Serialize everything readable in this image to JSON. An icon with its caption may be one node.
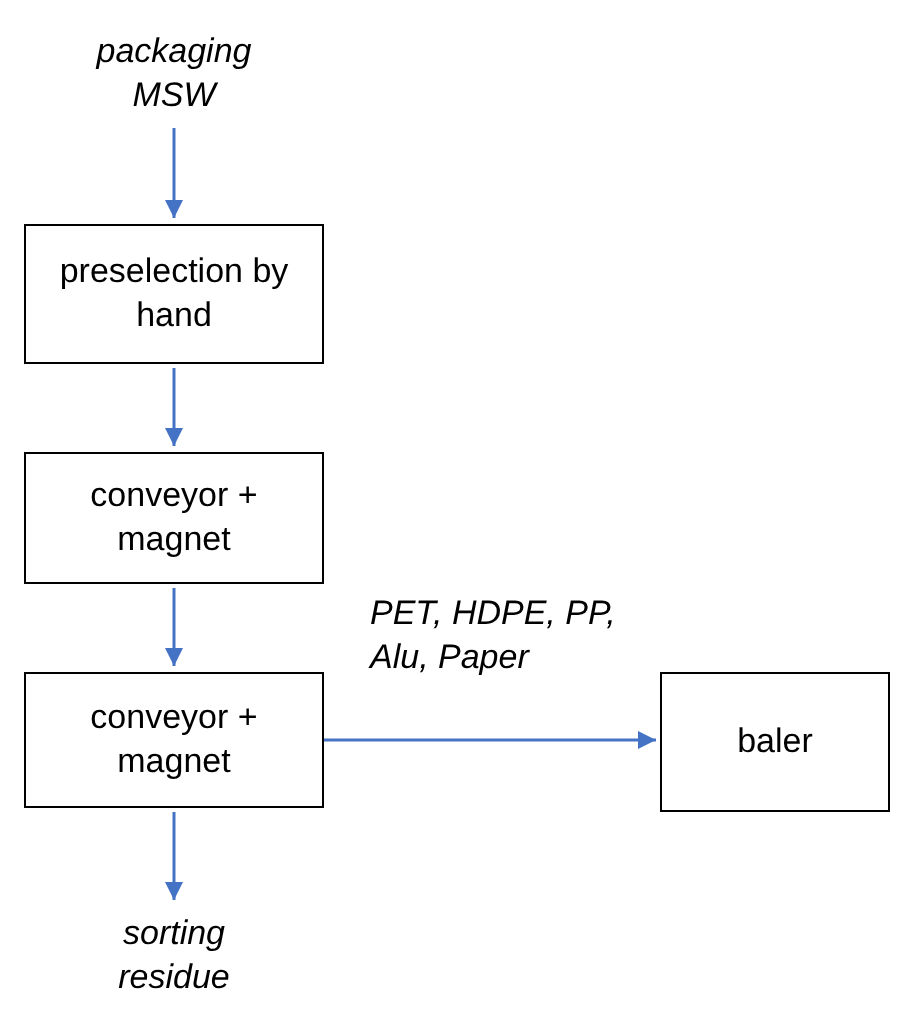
{
  "diagram": {
    "nodes": [
      {
        "text": [
          "packaging MSW"
        ]
      },
      {
        "text": [
          "preselection by hand"
        ]
      },
      {
        "text": [
          "conveyor + magnet"
        ]
      },
      {
        "text": [
          "conveyor + magnet"
        ]
      },
      {
        "text": [
          "baler"
        ]
      },
      {
        "text": [
          "sorting residue"
        ]
      }
    ],
    "edges": [
      {
        "from": 0,
        "to": 1,
        "arrow": "to"
      },
      {
        "from": 1,
        "to": 2,
        "arrow": "to"
      },
      {
        "from": 2,
        "to": 3,
        "arrow": "to"
      },
      {
        "from": 3,
        "to": 4,
        "arrow": "to",
        "label": "PET, HDPE, PP, Alu, Paper"
      },
      {
        "from": 3,
        "to": 5,
        "arrow": "to"
      }
    ]
  }
}
